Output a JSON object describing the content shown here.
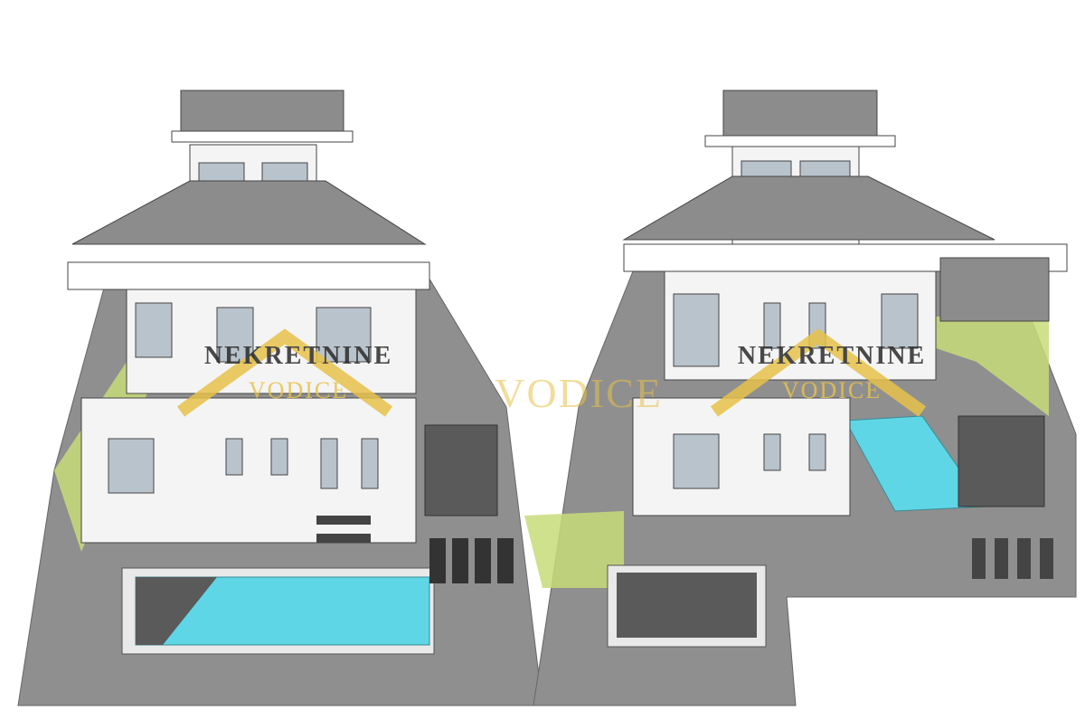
{
  "watermarks": [
    {
      "line1": "NEKRETNINE",
      "line2": "VODICE"
    },
    {
      "line1": "NEKRETNINE",
      "line2": "VODICE"
    }
  ],
  "center_watermark": "VODICE",
  "colors": {
    "ground": "#8f8f8f",
    "roof": "#8c8c8c",
    "wall": "#f4f4f4",
    "pool": "#5fd6e6",
    "paving": "#5a5a5a",
    "lawn": "#c8dc7a",
    "window": "#b9c3cc",
    "watermark": "#e7c24a"
  }
}
